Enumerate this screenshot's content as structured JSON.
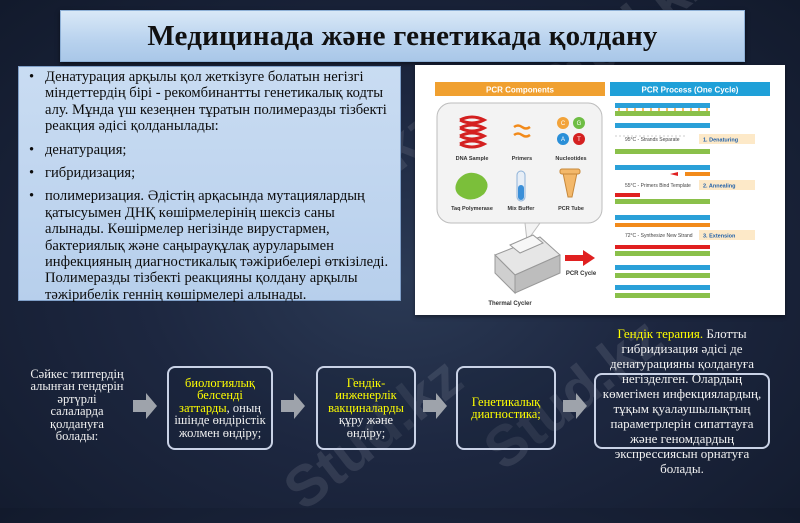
{
  "title": "Медицинада және генетикада қолдану",
  "bullets": [
    "Денатурация арқылы қол жеткізуге болатын негізгі міндеттердің бірі - рекомбинантты генетикалық кодты алу. Мұнда үш кезеңнен тұратын полимеразды тізбекті реакция әдісі қолданылады:",
    "денатурация;",
    "гибридизация;",
    "полимеризация. Әдістің арқасында мутациялардың қатысуымен ДНҚ көшірмелерінің шексіз саны алынады. Көшірмелер негізінде вирустармен, бактериялық және саңырауқұлақ ауруларымен инфекцияның диагностикалық тәжірибелері өткізіледі. Полимеразды тізбекті реакцияны қолдану арқылы тәжірибелік геннің көшірмелері алынады."
  ],
  "pcr_figure": {
    "components_header": "PCR Components",
    "process_header": "PCR Process (One Cycle)",
    "components": [
      "DNA Sample",
      "Primers",
      "Nucleotides",
      "Taq Polymerase",
      "Mix Buffer",
      "PCR Tube"
    ],
    "nucleotide_letters": [
      "C",
      "G",
      "A",
      "T"
    ],
    "thermal_cycler": "Thermal Cycler",
    "pcr_cycle": "PCR Cycle",
    "steps": [
      {
        "temp": "95°C - Strands Separate",
        "label": "1. Denaturing"
      },
      {
        "temp": "55°C - Primers Bind Template",
        "label": "2. Annealing"
      },
      {
        "temp": "72°C - Synthesize New Strand",
        "label": "3. Extension"
      }
    ]
  },
  "flow": {
    "box1": "Сәйкес типтердің алынған гендерін әртүрлі салаларда қолдануға болады:",
    "box2_highlight": "биологиялық белсенді заттарды",
    "box2_rest": ", оның ішінде өндірістік жолмен өндіру;",
    "box3_highlight": "Гендік-инженерлік вакциналарды",
    "box3_rest": "құру және өндіру;",
    "box4_highlight": "Генетикалық диагностика;",
    "box5_highlight": "Гендік терапия.",
    "box5_rest": " Блотты гибридизация әдісі де денатурацияны қолдануға негізделген. Олардың көмегімен инфекциялардың, тұқым қуалаушылықтың параметрлерін сипаттауға және геномдардың экспрессиясын орнатуға болады."
  },
  "watermarks": [
    "Stud.kz",
    "Stud.kz",
    "Stud.kz",
    "Stud.kz"
  ],
  "colors": {
    "background": "#1d2740",
    "title_box": "#b8d2ee",
    "text_box": "#c2d7ef",
    "highlight": "#ffff00",
    "components_header": "#f0a030",
    "process_header": "#1fa0d8"
  }
}
